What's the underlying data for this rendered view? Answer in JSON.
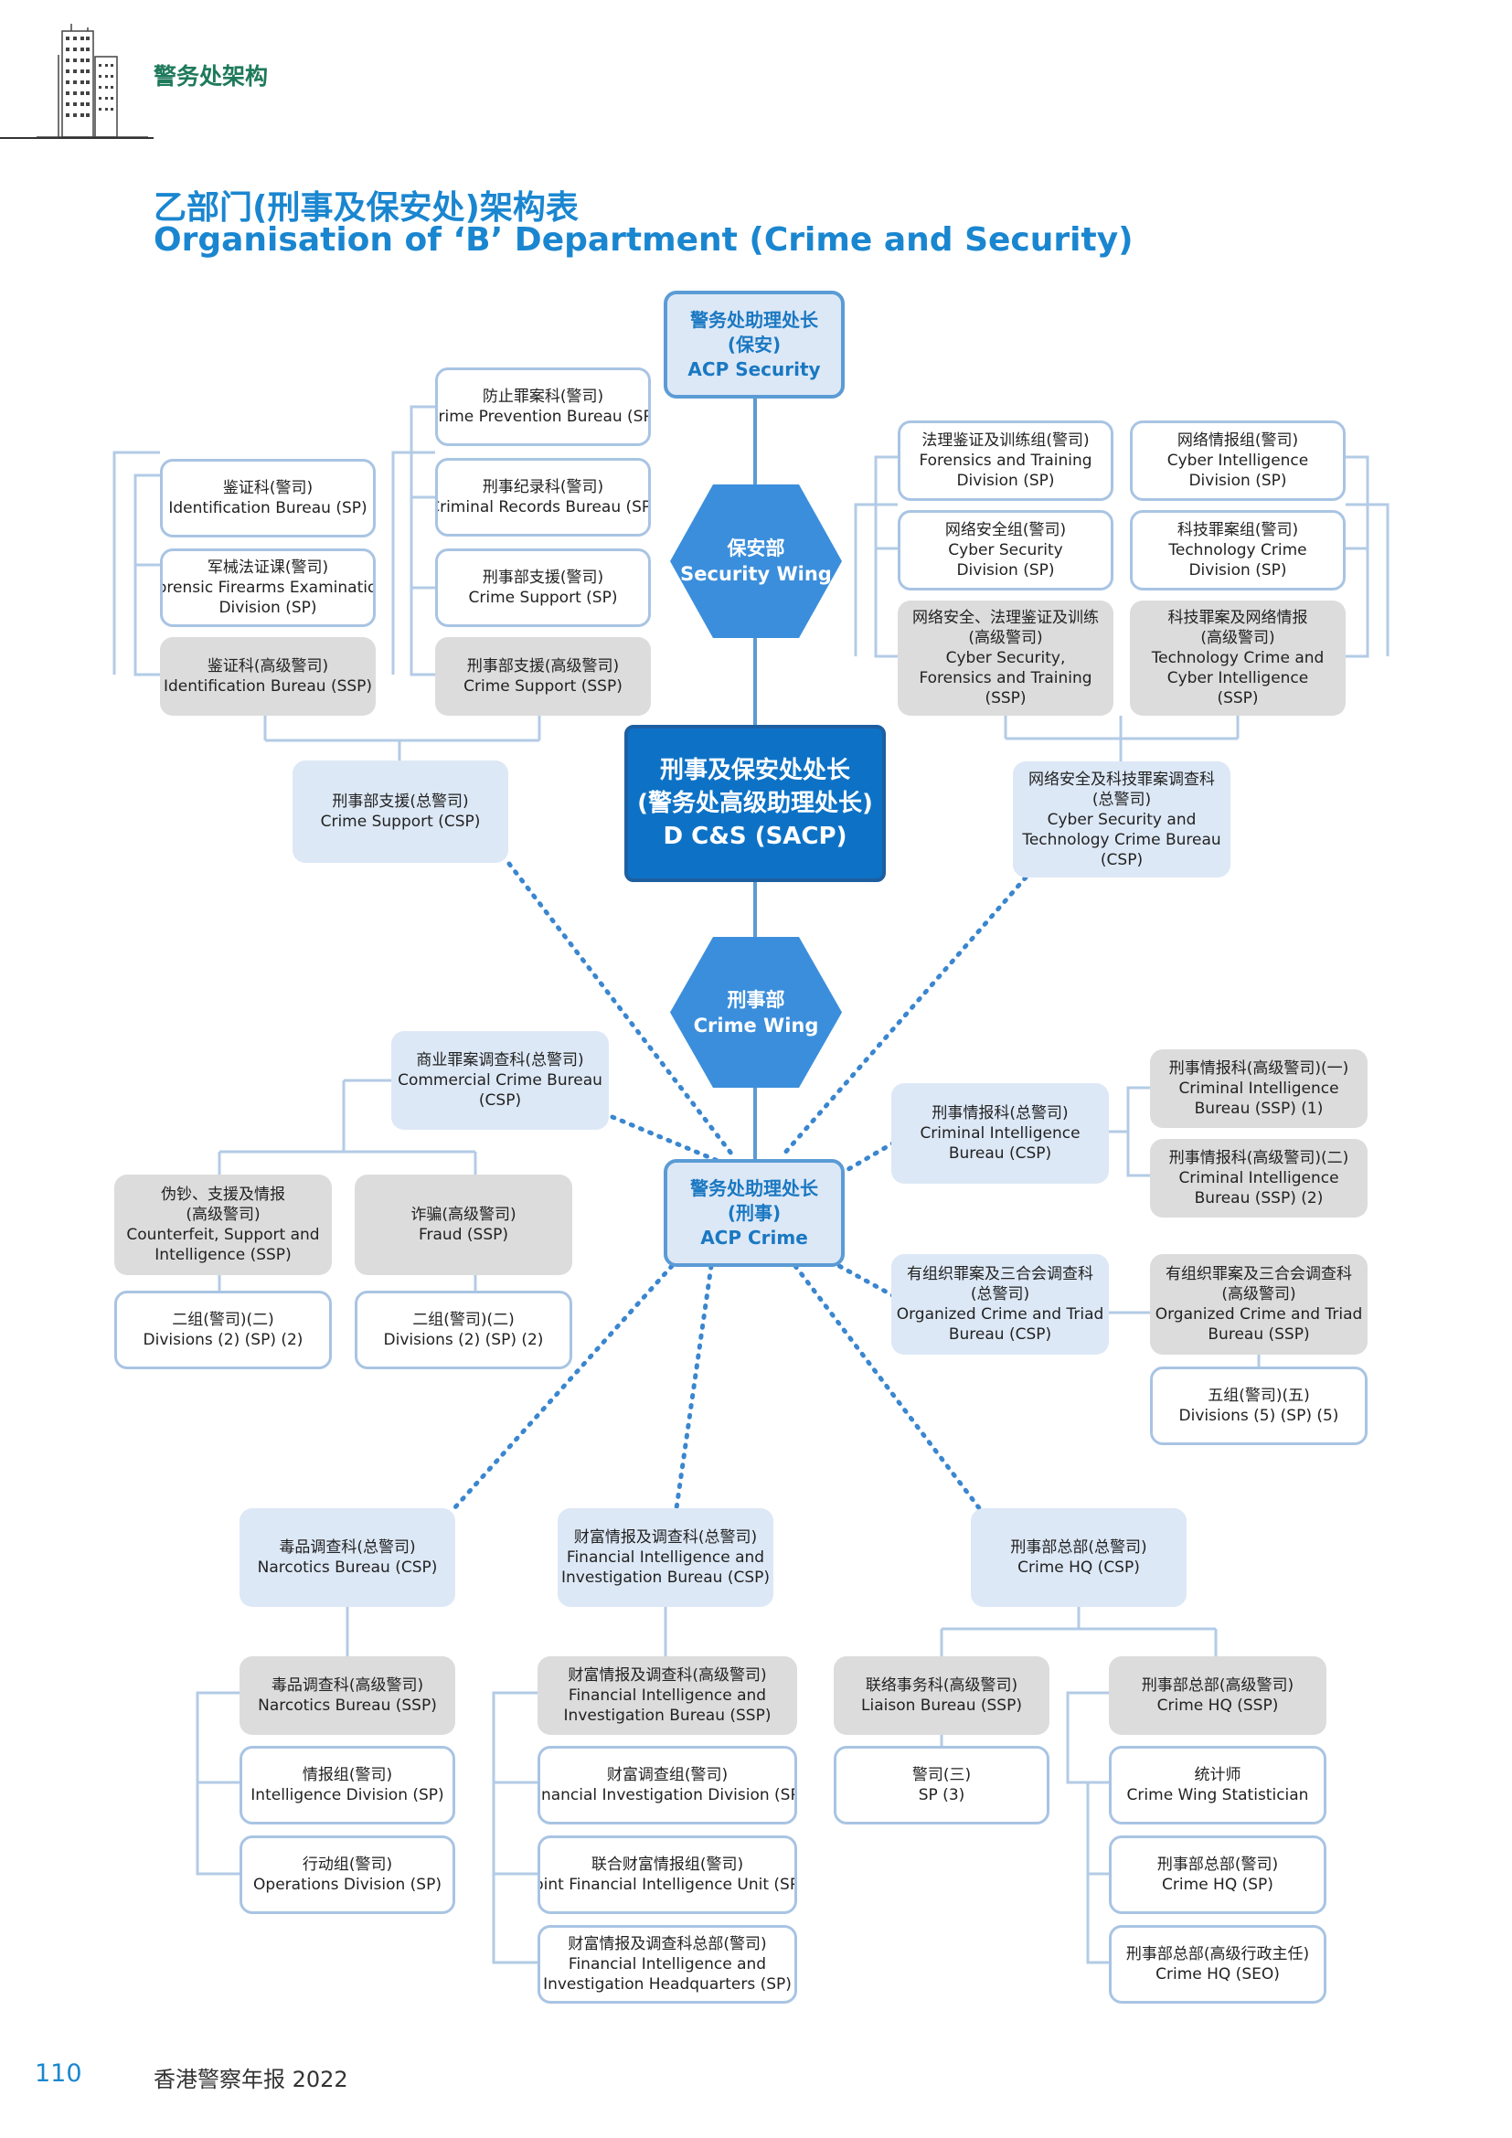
{
  "header": {
    "section_title": "警务处架构",
    "title_cn": "乙部门(刑事及保安处)架构表",
    "title_en": "Organisation of ‘B’ Department (Crime and Security)"
  },
  "footer": {
    "page_number": "110",
    "publication": "香港警察年报 2022"
  },
  "colors": {
    "accent_blue": "#1a86d0",
    "section_green": "#1f7a5c",
    "director_fill": "#0d72c6",
    "wing_hex_fill": "#3b8edb",
    "csp_fill": "#dde8f6",
    "ssp_fill": "#dcdcdc",
    "sp_border": "#a9c4e3"
  },
  "nodes": {
    "director": {
      "l1": "刑事及保安处处长",
      "l2": "(警务处高级助理处长)",
      "l3": "D C&S (SACP)"
    },
    "acp_security": {
      "l1": "警务处助理处长",
      "l2": "(保安)",
      "l3": "ACP Security"
    },
    "security_wing": {
      "l1": "保安部",
      "l2": "Security Wing"
    },
    "crime_wing": {
      "l1": "刑事部",
      "l2": "Crime Wing"
    },
    "acp_crime": {
      "l1": "警务处助理处长",
      "l2": "(刑事)",
      "l3": "ACP Crime"
    },
    "crime_prevention_sp": {
      "l1": "防止罪案科(警司)",
      "l2": "Crime Prevention Bureau (SP)"
    },
    "criminal_records_sp": {
      "l1": "刑事纪录科(警司)",
      "l2": "Criminal Records Bureau (SP)"
    },
    "crime_support_sp": {
      "l1": "刑事部支援(警司)",
      "l2": "Crime Support (SP)"
    },
    "crime_support_ssp": {
      "l1": "刑事部支援(高级警司)",
      "l2": "Crime Support (SSP)"
    },
    "identification_sp": {
      "l1": "鉴证科(警司)",
      "l2": "Identification Bureau (SP)"
    },
    "firearms_sp": {
      "l1": "军械法证课(警司)",
      "l2": "Forensic Firearms Examination",
      "l3": "Division (SP)"
    },
    "identification_ssp": {
      "l1": "鉴证科(高级警司)",
      "l2": "Identification Bureau (SSP)"
    },
    "crime_support_csp": {
      "l1": "刑事部支援(总警司)",
      "l2": "Crime Support (CSP)"
    },
    "forensics_training_sp": {
      "l1": "法理鉴证及训练组(警司)",
      "l2": "Forensics and Training",
      "l3": "Division (SP)"
    },
    "cyber_security_sp": {
      "l1": "网络安全组(警司)",
      "l2": "Cyber Security",
      "l3": "Division (SP)"
    },
    "cfst_ssp": {
      "l1": "网络安全、法理鉴证及训练",
      "l2": "(高级警司)",
      "l3": "Cyber Security,",
      "l4": "Forensics and Training",
      "l5": "(SSP)"
    },
    "cyber_intel_sp": {
      "l1": "网络情报组(警司)",
      "l2": "Cyber Intelligence",
      "l3": "Division (SP)"
    },
    "tech_crime_sp": {
      "l1": "科技罪案组(警司)",
      "l2": "Technology Crime",
      "l3": "Division (SP)"
    },
    "tcci_ssp": {
      "l1": "科技罪案及网络情报",
      "l2": "(高级警司)",
      "l3": "Technology Crime and",
      "l4": "Cyber Intelligence",
      "l5": "(SSP)"
    },
    "cstcb_csp": {
      "l1": "网络安全及科技罪案调查科",
      "l2": "(总警司)",
      "l3": "Cyber Security and",
      "l4": "Technology Crime Bureau",
      "l5": "(CSP)"
    },
    "commercial_csp": {
      "l1": "商业罪案调查科(总警司)",
      "l2": "Commercial Crime Bureau",
      "l3": "(CSP)"
    },
    "counterfeit_ssp": {
      "l1": "伪钞、支援及情报",
      "l2": "(高级警司)",
      "l3": "Counterfeit, Support and",
      "l4": "Intelligence (SSP)"
    },
    "fraud_ssp": {
      "l1": "诈骗(高级警司)",
      "l2": "Fraud (SSP)"
    },
    "divisions_2_a": {
      "l1": "二组(警司)(二)",
      "l2": "Divisions (2) (SP) (2)"
    },
    "divisions_2_b": {
      "l1": "二组(警司)(二)",
      "l2": "Divisions (2) (SP) (2)"
    },
    "cib_csp": {
      "l1": "刑事情报科(总警司)",
      "l2": "Criminal Intelligence",
      "l3": "Bureau (CSP)"
    },
    "cib_ssp_1": {
      "l1": "刑事情报科(高级警司)(一)",
      "l2": "Criminal Intelligence",
      "l3": "Bureau (SSP) (1)"
    },
    "cib_ssp_2": {
      "l1": "刑事情报科(高级警司)(二)",
      "l2": "Criminal Intelligence",
      "l3": "Bureau (SSP) (2)"
    },
    "octb_csp": {
      "l1": "有组织罪案及三合会调查科",
      "l2": "(总警司)",
      "l3": "Organized Crime and Triad",
      "l4": "Bureau (CSP)"
    },
    "octb_ssp": {
      "l1": "有组织罪案及三合会调查科",
      "l2": "(高级警司)",
      "l3": "Organized Crime and Triad",
      "l4": "Bureau (SSP)"
    },
    "divisions_5": {
      "l1": "五组(警司)(五)",
      "l2": "Divisions (5) (SP) (5)"
    },
    "narcotics_csp": {
      "l1": "毒品调查科(总警司)",
      "l2": "Narcotics Bureau (CSP)"
    },
    "narcotics_ssp": {
      "l1": "毒品调查科(高级警司)",
      "l2": "Narcotics Bureau (SSP)"
    },
    "intel_division_sp": {
      "l1": "情报组(警司)",
      "l2": "Intelligence Division (SP)"
    },
    "ops_division_sp": {
      "l1": "行动组(警司)",
      "l2": "Operations Division (SP)"
    },
    "fiib_csp": {
      "l1": "财富情报及调查科(总警司)",
      "l2": "Financial Intelligence and",
      "l3": "Investigation Bureau (CSP)"
    },
    "fiib_ssp": {
      "l1": "财富情报及调查科(高级警司)",
      "l2": "Financial Intelligence and",
      "l3": "Investigation Bureau (SSP)"
    },
    "fin_invest_sp": {
      "l1": "财富调查组(警司)",
      "l2": "Financial Investigation Division (SP)"
    },
    "jfiu_sp": {
      "l1": "联合财富情报组(警司)",
      "l2": "Joint Financial Intelligence Unit (SP)"
    },
    "fiihq_sp": {
      "l1": "财富情报及调查科总部(警司)",
      "l2": "Financial Intelligence and",
      "l3": "Investigation Headquarters (SP)"
    },
    "crime_hq_csp": {
      "l1": "刑事部总部(总警司)",
      "l2": "Crime HQ (CSP)"
    },
    "liaison_ssp": {
      "l1": "联络事务科(高级警司)",
      "l2": "Liaison Bureau (SSP)"
    },
    "sp3": {
      "l1": "警司(三)",
      "l2": "SP (3)"
    },
    "crime_hq_ssp": {
      "l1": "刑事部总部(高级警司)",
      "l2": "Crime HQ (SSP)"
    },
    "statistician": {
      "l1": "统计师",
      "l2": "Crime Wing Statistician"
    },
    "crime_hq_sp": {
      "l1": "刑事部总部(警司)",
      "l2": "Crime HQ (SP)"
    },
    "crime_hq_seo": {
      "l1": "刑事部总部(高级行政主任)",
      "l2": "Crime HQ (SEO)"
    }
  }
}
